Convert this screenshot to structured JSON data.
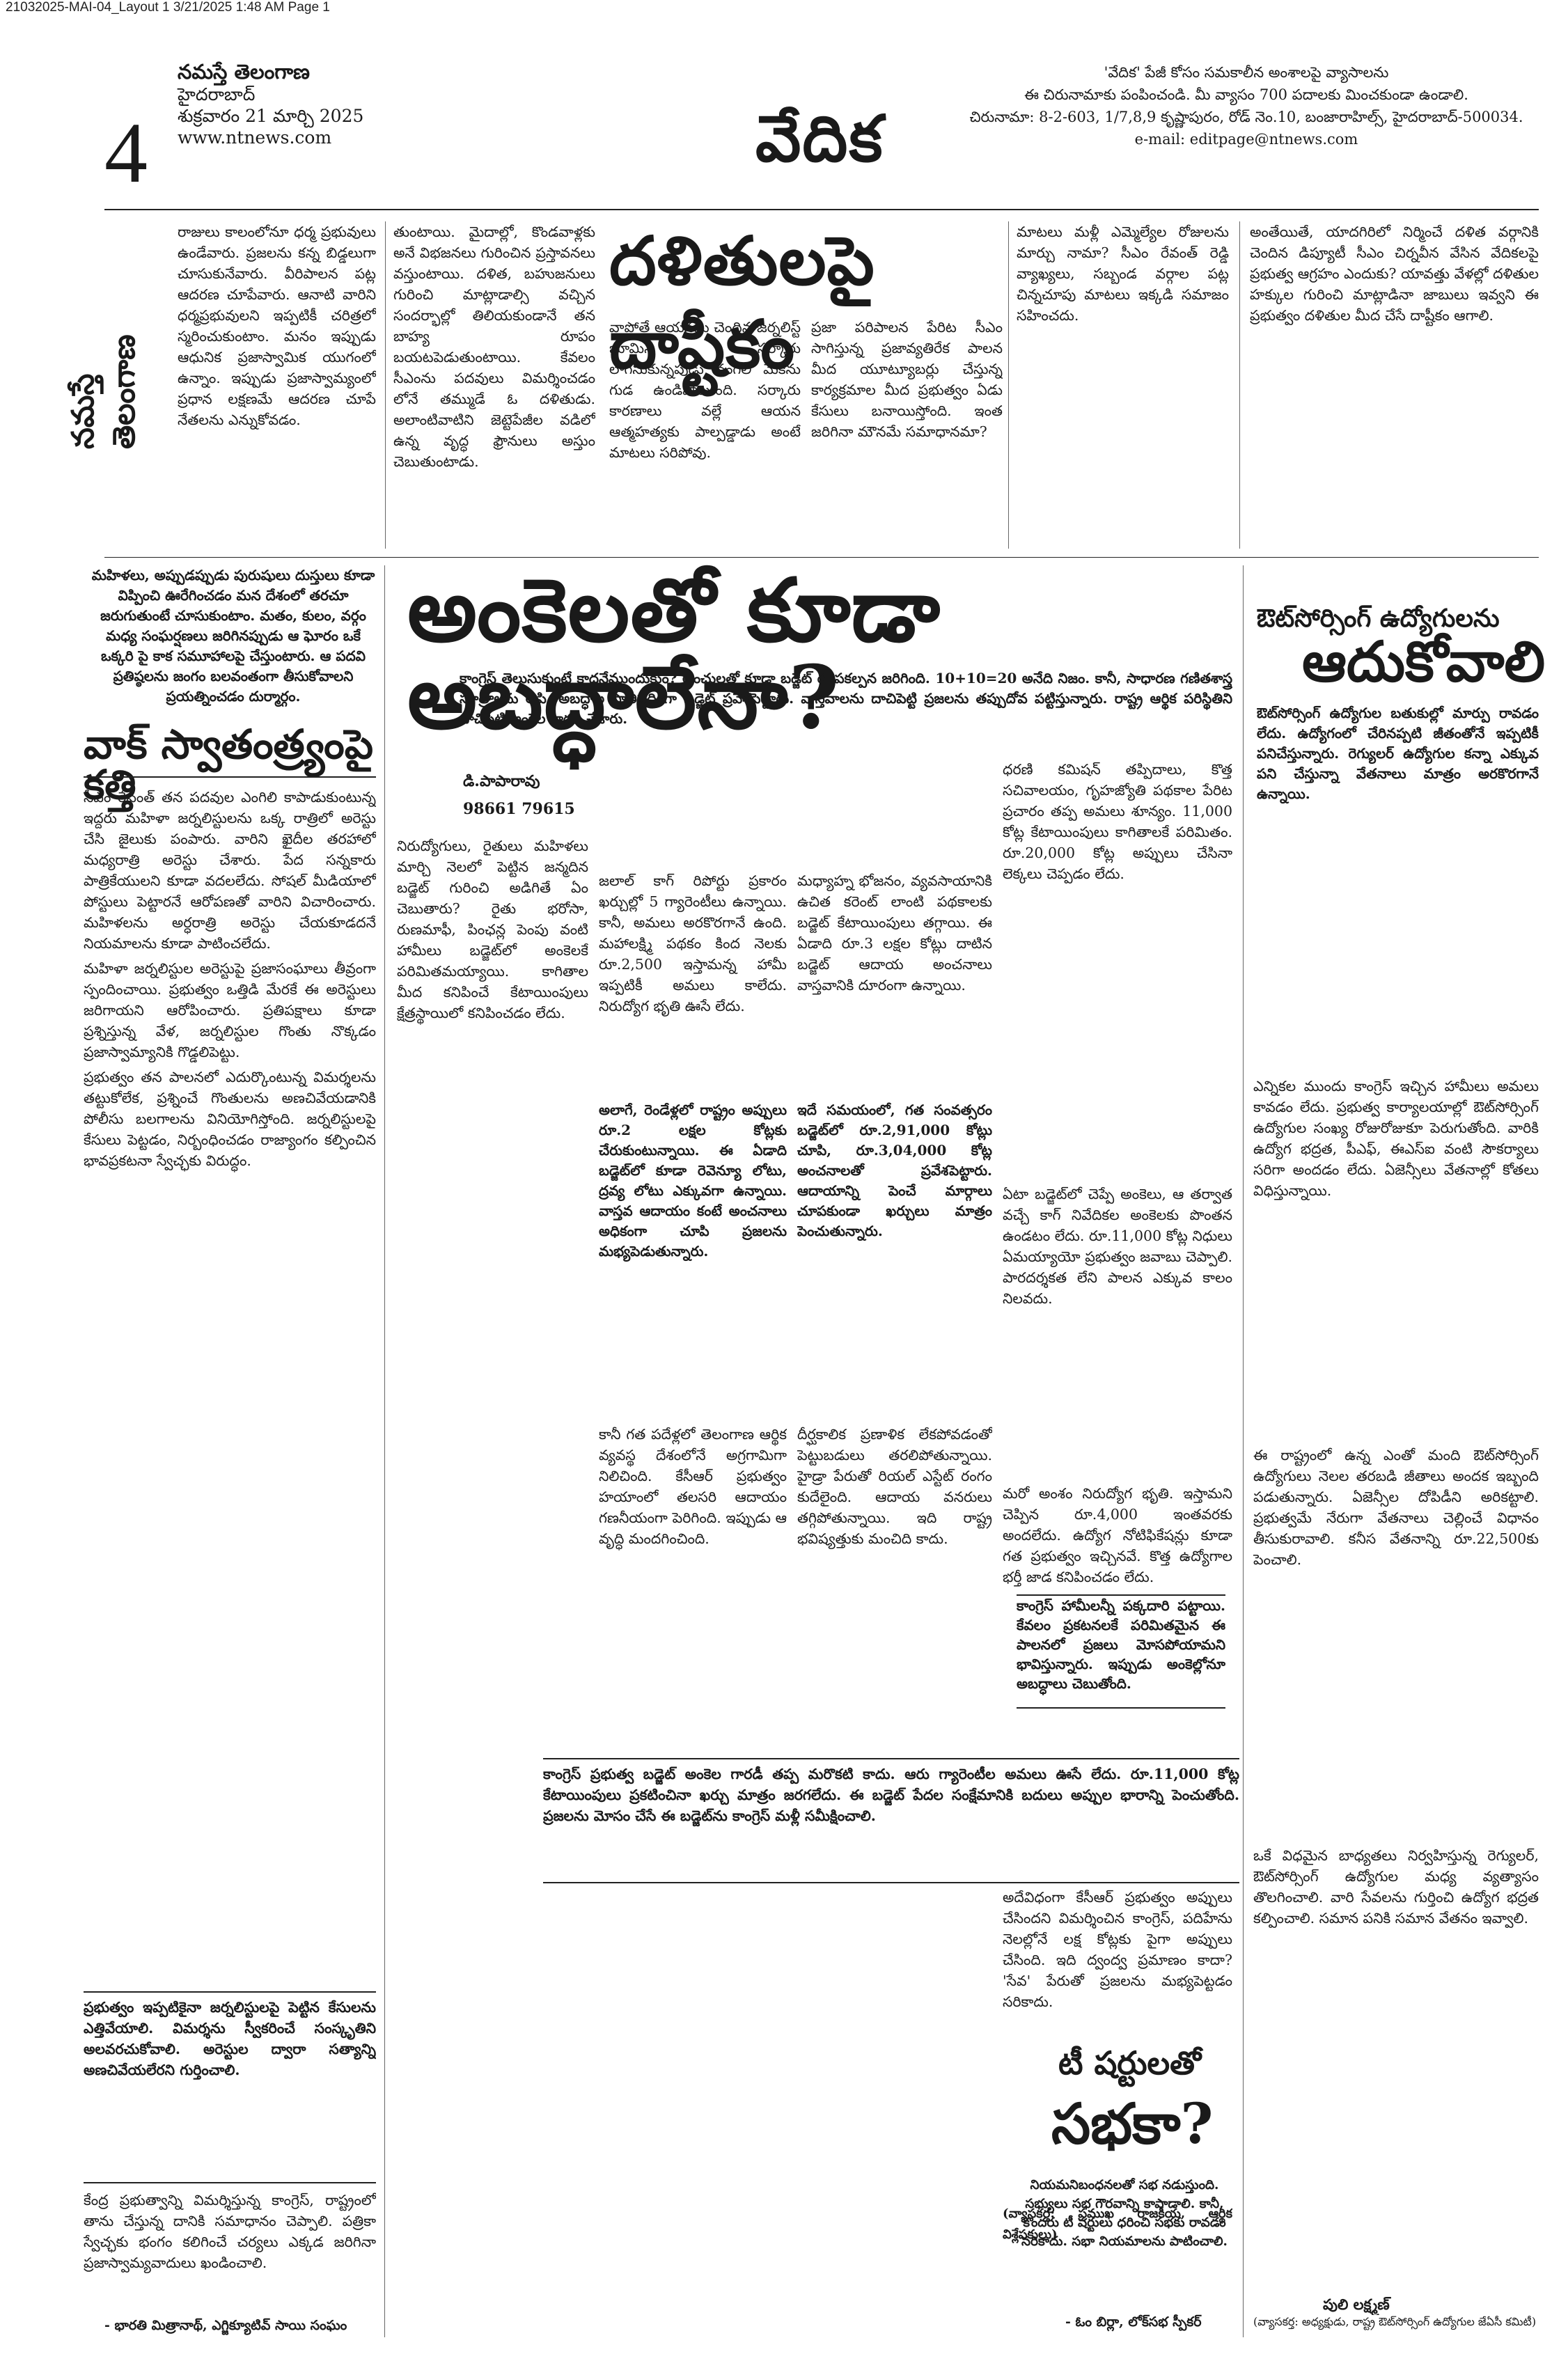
{
  "slug": "21032025-MAI-04_Layout 1 3/21/2025 1:48 AM Page 1",
  "masthead": {
    "page_number": "4",
    "brand": "నమస్తే తెలంగాణ",
    "city": "హైదరాబాద్",
    "date": "శుక్రవారం 21 మార్చి 2025",
    "website": "www.ntnews.com",
    "section_title": "వేదిక"
  },
  "notice": {
    "line1": "'వేదిక' పేజీ కోసం సమకాలీన అంశాలపై వ్యాసాలను",
    "line2": "ఈ చిరునామాకు పంపించండి. మీ వ్యాసం 700 పదాలకు మించకుండా ఉండాలి.",
    "line3": "చిరునామా: 8-2-603, 1/7,8,9 కృష్ణాపురం, రోడ్ నెం.10, బంజారాహిల్స్, హైదరాబాద్-500034.",
    "line4": "e-mail: editpage@ntnews.com"
  },
  "vertical_label": "నమస్తే తెలంగాణ",
  "editorial": {
    "p1": "రాజులు కాలంలోనూ ధర్మ ప్రభువులు ఉండేవారు. ప్రజలను కన్న బిడ్డలుగా చూసుకునేవారు. వీరిపాలన పట్ల ఆదరణ చూపేవారు. ఆనాటి వారిని ధర్మప్రభువులని ఇప్పటికీ చరిత్రలో స్మరించుకుంటాం. మనం ఇప్పుడు ఆధునిక ప్రజాస్వామిక యుగంలో ఉన్నాం. ఇప్పుడు ప్రజాస్వామ్యంలో ప్రధాన లక్షణమే ఆదరణ చూపే నేతలను ఎన్నుకోవడం.",
    "p2": "తుంటాయి. మైదాల్లో, కొండవాళ్లకు అనే విభజనలు గురించిన ప్రస్తావనలు వస్తుంటాయి. దళిత, బహుజనులు గురించి మాట్లాడాల్సి వచ్చిన సందర్భాల్లో తిలియకుండానే తన బాహ్య రూపం బయటపెడుతుంటాయి. కేవలం సీఎంను పదవులు విమర్శించడం లోనే తమ్ముడే ఓ దళితుడు. అలాంటివాటిని జెట్టెపేజీల వడిలో ఉన్న వృద్ధ ఫ్రౌనులు అస్తుం చెబుతుంటాడు."
  },
  "headline_top": "దళితులపై దాష్టీకం",
  "editorial_right": {
    "p1": "వాపోతే ఆయనను చెందిన జర్నలిస్ట్ భూమిని సర్కారు లాగేసుకున్నపుడు నంగలి మేకను గుడ ఉండిపోయింది. సర్కారు కారణాలు వల్లే ఆయన ఆత్మహత్యకు పాల్పడ్డాడు అంటే మాటలు సరిపోవు.",
    "p2": "ప్రజా పరిపాలన పేరిట సీఎం సాగిస్తున్న ప్రజావ్యతిరేక పాలన మీద యూట్యూబర్లు చేస్తున్న కార్యక్రమాల మీద ప్రభుత్వం ఏడు కేసులు బనాయిస్తోంది. ఇంత జరిగినా మౌనమే సమాధానమా?",
    "p3": "మాటలు మళ్లీ ఎమ్మెల్యేల రోజులను మార్చు నామా? సీఎం రేవంత్ రెడ్డి వ్యాఖ్యలు, సబ్బండ వర్గాల పట్ల చిన్నచూపు మాటలు ఇక్కడి సమాజం సహించదు.",
    "p4": "అంతేయితే, యాదగిరిలో నిర్మించే దళిత వర్గానికి చెందిన డిప్యూటీ సీఎం చిర్నవీన వేసిన వేదికలపై ప్రభుత్వ ఆగ్రహం ఎందుకు? యావత్తు వేళల్లో దళితుల హక్కుల గురించి మాట్లాడినా జాబులు ఇవ్వని ఈ ప్రభుత్వం దళితుల మీద చేసే దాష్టీకం ఆగాలి."
  },
  "side_note": {
    "text": "మహిళలు, అప్పుడప్పుడు పురుషులు దుస్తులు కూడా విప్పించి ఊరేగించడం మన దేశంలో తరచూ జరుగుతుంటే చూసుకుంటాం. మతం, కులం, వర్గం మధ్య సంఘర్షణలు జరిగినప్పుడు ఆ ఘోరం ఒకే ఒక్కరి పై కాక సమూహాలపై చేస్తుంటారు. ఆ పదవి ప్రతిష్ఠలను జంగం బలవంతంగా తీసుకోవాలని ప్రయత్నించడం దుర్మార్గం."
  },
  "left_article": {
    "title": "వాక్ స్వాతంత్ర్యంపై కత్తి",
    "p1": "సీఎం రేవంత్ తన పదవుల ఎంగిలి కాపాడుకుంటున్న ఇద్దరు మహిళా జర్నలిస్టులను ఒక్క రాత్రిలో అరెస్టు చేసి జైలుకు పంపారు. వారిని ఖైదీల తరహాలో మధ్యరాత్రి అరెస్టు చేశారు. పేద సన్నకారు పాత్రికేయులని కూడా వదలలేదు. సోషల్ మీడియాలో పోస్టులు పెట్టారనే ఆరోపణతో వారిని విచారించారు. మహిళలను అర్ధరాత్రి అరెస్టు చేయకూడదనే నియమాలను కూడా పాటించలేదు.",
    "p2": "మహిళా జర్నలిస్టుల అరెస్టుపై ప్రజాసంఘాలు తీవ్రంగా స్పందించాయి. ప్రభుత్వం ఒత్తిడి మేరకే ఈ అరెస్టులు జరిగాయని ఆరోపించారు. ప్రతిపక్షాలు కూడా ప్రశ్నిస్తున్న వేళ, జర్నలిస్టుల గొంతు నొక్కడం ప్రజాస్వామ్యానికి గొడ్డలిపెట్టు.",
    "p3": "ప్రభుత్వం తన పాలనలో ఎదుర్కొంటున్న విమర్శలను తట్టుకోలేక, ప్రశ్నించే గొంతులను అణచివేయడానికి పోలీసు బలగాలను వినియోగిస్తోంది. జర్నలిస్టులపై కేసులు పెట్టడం, నిర్బంధించడం రాజ్యాంగం కల్పించిన భావప్రకటనా స్వేచ్ఛకు విరుద్ధం.",
    "quote": "ప్రభుత్వం ఇప్పటికైనా జర్నలిస్టులపై పెట్టిన కేసులను ఎత్తివేయాలి. విమర్శను స్వీకరించే సంస్కృతిని అలవరచుకోవాలి. అరెస్టుల ద్వారా సత్యాన్ని అణచివేయలేరని గుర్తించాలి.",
    "p4": "కేంద్ర ప్రభుత్వాన్ని విమర్శిస్తున్న కాంగ్రెస్, రాష్ట్రంలో తాను చేస్తున్న దానికి సమాధానం చెప్పాలి. పత్రికా స్వేచ్ఛకు భంగం కలిగించే చర్యలు ఎక్కడ జరిగినా ప్రజాస్వామ్యవాదులు ఖండించాలి.",
    "author": "- భారతి మిత్రానాథ్, ఎగ్జిక్యూటివ్ సాయి సంఘం"
  },
  "main": {
    "headline": "అంకెలతో కూడా అబద్ధాలేనా?",
    "lead": "కాంగ్రెస్ తెలుసుకుంటే కాదనేముందుకుం? అంచులతో కూడా బడ్జెట్ రూపకల్పన జరిగింది. 10+10=20 అనేది నిజం. కానీ, సాధారణ గణితశాస్త్ర సూత్రాలను ఆపి, అబద్ధాల ప్రాతిపదికగా బడ్జెట్ ప్రవేశపెట్టారు. వాస్తవాలను దాచిపెట్టి ప్రజలను తప్పుదోవ పట్టిస్తున్నారు. రాష్ట్ర ఆర్థిక పరిస్థితిని దాచిపెట్టి అంకెల గారడీ చేశారు.",
    "byline_name": "డి.పాపారావు",
    "byline_phone": "98661 79615",
    "c1": "నిరుద్యోగులు, రైతులు మహిళలు మార్చి నెలలో పెట్టిన జన్మదిన బడ్జెట్ గురించి అడిగితే ఏం చెబుతారు? రైతు భరోసా, రుణమాఫీ, పింఛన్ల పెంపు వంటి హామీలు బడ్జెట్‌లో అంకెలకే పరిమితమయ్యాయి. కాగితాల మీద కనిపించే కేటాయింపులు క్షేత్రస్థాయిలో కనిపించడం లేదు.",
    "c2": "జలాల్ కాగ్ రిపోర్టు ప్రకారం ఖర్చుల్లో 5 గ్యారెంటీలు ఉన్నాయి. కానీ, అమలు అరకొరగానే ఉంది. మహాలక్ష్మి పథకం కింద నెలకు రూ.2,500 ఇస్తామన్న హామీ ఇప్పటికీ అమలు కాలేదు. నిరుద్యోగ భృతి ఊసే లేదు.",
    "c3": "మధ్యాహ్న భోజనం, వ్యవసాయానికి ఉచిత కరెంట్ లాంటి పథకాలకు బడ్జెట్ కేటాయింపులు తగ్గాయి. ఈ ఏడాది రూ.3 లక్షల కోట్లు దాటిన బడ్జెట్ ఆదాయ అంచనాలు వాస్తవానికి దూరంగా ఉన్నాయి.",
    "c4": "ధరణి కమిషన్ తప్పిదాలు, కొత్త సచివాలయం, గృహజ్యోతి పథకాల పేరిట ప్రచారం తప్ప అమలు శూన్యం. 11,000 కోట్ల కేటాయింపులు కాగితాలకే పరిమితం. రూ.20,000 కోట్ల అప్పులు చేసినా లెక్కలు చెప్పడం లేదు.",
    "box_left": "అలాగే, రెండేళ్లలో రాష్ట్రం అప్పులు రూ.2 లక్షల కోట్లకు చేరుకుంటున్నాయి. ఈ ఏడాది బడ్జెట్‌లో కూడా రెవెన్యూ లోటు, ద్రవ్య లోటు ఎక్కువగా ఉన్నాయి. వాస్తవ ఆదాయం కంటే అంచనాలు అధికంగా చూపి ప్రజలను మభ్యపెడుతున్నారు.",
    "box_right": "ఇదే సమయంలో, గత సంవత్సరం బడ్జెట్‌లో రూ.2,91,000 కోట్లు చూపి, రూ.3,04,000 కోట్ల అంచనాలతో ప్రవేశపెట్టారు. ఆదాయాన్ని పెంచే మార్గాలు చూపకుండా ఖర్చులు మాత్రం పెంచుతున్నారు.",
    "c5": "కానీ గత పదేళ్లలో తెలంగాణ ఆర్థిక వ్యవస్థ దేశంలోనే అగ్రగామిగా నిలిచింది. కేసీఆర్ ప్రభుత్వం హయాంలో తలసరి ఆదాయం గణనీయంగా పెరిగింది. ఇప్పుడు ఆ వృద్ధి మందగించింది.",
    "c6": "దీర్ఘకాలిక ప్రణాళిక లేకపోవడంతో పెట్టుబడులు తరలిపోతున్నాయి. హైడ్రా పేరుతో రియల్ ఎస్టేట్ రంగం కుదేలైంది. ఆదాయ వనరులు తగ్గిపోతున్నాయి. ఇది రాష్ట్ర భవిష్యత్తుకు మంచిది కాదు.",
    "box_bottom": "కాంగ్రెస్ ప్రభుత్వ బడ్జెట్ అంకెల గారడీ తప్ప మరొకటి కాదు. ఆరు గ్యారెంటీల అమలు ఊసే లేదు. రూ.11,000 కోట్ల కేటాయింపులు ప్రకటించినా ఖర్చు మాత్రం జరగలేదు. ఈ బడ్జెట్ పేదల సంక్షేమానికి బదులు అప్పుల భారాన్ని పెంచుతోంది. ప్రజలను మోసం చేసే ఈ బడ్జెట్‌ను కాంగ్రెస్ మళ్లీ సమీక్షించాలి.",
    "c7": "ఏటా బడ్జెట్‌లో చెప్పే అంకెలు, ఆ తర్వాత వచ్చే కాగ్ నివేదికల అంకెలకు పొంతన ఉండటం లేదు. రూ.11,000 కోట్ల నిధులు ఏమయ్యాయో ప్రభుత్వం జవాబు చెప్పాలి. పారదర్శకత లేని పాలన ఎక్కువ కాలం నిలవదు.",
    "c8": "మరో అంశం నిరుద్యోగ భృతి. ఇస్తామని చెప్పిన రూ.4,000 ఇంతవరకు అందలేదు. ఉద్యోగ నోటిఫికేషన్లు కూడా గత ప్రభుత్వం ఇచ్చినవే. కొత్త ఉద్యోగాల భర్తీ జాడ కనిపించడం లేదు.",
    "c9": "అదేవిధంగా కేసీఆర్ ప్రభుత్వం అప్పులు చేసిందని విమర్శించిన కాంగ్రెస్, పదిహేను నెలల్లోనే లక్ష కోట్లకు పైగా అప్పులు చేసింది. ఇది ద్వంద్వ ప్రమాణం కాదా? 'సేవ' పేరుతో ప్రజలను మభ్యపెట్టడం సరికాదు.",
    "bold_box": "కాంగ్రెస్ హామీలన్నీ పక్కదారి పట్టాయి. కేవలం ప్రకటనలకే పరిమితమైన ఈ పాలనలో ప్రజలు మోసపోయామని భావిస్తున్నారు. ఇప్పుడు అంకెల్లోనూ అబద్ధాలు చెబుతోంది.",
    "signature": "(వ్యాసకర్త: ప్రముఖ రాజకీయ, ఆర్థిక విశ్లేషకులు)"
  },
  "right_article": {
    "kicker": "ఔట్‌సోర్సింగ్ ఉద్యోగులను",
    "title": "ఆదుకోవాలి",
    "lead": "ఔట్‌సోర్సింగ్ ఉద్యోగుల బతుకుల్లో మార్పు రావడం లేదు. ఉద్యోగంలో చేరినప్పటి జీతంతోనే ఇప్పటికీ పనిచేస్తున్నారు. రెగ్యులర్ ఉద్యోగుల కన్నా ఎక్కువ పని చేస్తున్నా వేతనాలు మాత్రం అరకొరగానే ఉన్నాయి.",
    "p1": "ఎన్నికల ముందు కాంగ్రెస్ ఇచ్చిన హామీలు అమలు కావడం లేదు. ప్రభుత్వ కార్యాలయాల్లో ఔట్‌సోర్సింగ్ ఉద్యోగుల సంఖ్య రోజురోజుకూ పెరుగుతోంది. వారికి ఉద్యోగ భద్రత, పీఎఫ్, ఈఎస్ఐ వంటి సౌకర్యాలు సరిగా అందడం లేదు. ఏజెన్సీలు వేతనాల్లో కోతలు విధిస్తున్నాయి.",
    "p2": "ఈ రాష్ట్రంలో ఉన్న ఎంతో మంది ఔట్‌సోర్సింగ్ ఉద్యోగులు నెలల తరబడి జీతాలు అందక ఇబ్బంది పడుతున్నారు. ఏజెన్సీల దోపిడీని అరికట్టాలి. ప్రభుత్వమే నేరుగా వేతనాలు చెల్లించే విధానం తీసుకురావాలి. కనీస వేతనాన్ని రూ.22,500కు పెంచాలి.",
    "p3": "ఒకే విధమైన బాధ్యతలు నిర్వహిస్తున్న రెగ్యులర్, ఔట్‌సోర్సింగ్ ఉద్యోగుల మధ్య వ్యత్యాసం తొలగించాలి. వారి సేవలను గుర్తించి ఉద్యోగ భద్రత కల్పించాలి. సమాన పనికి సమాన వేతనం ఇవ్వాలి.",
    "author": "పులి లక్ష్మణ్",
    "author_role": "(వ్యాసకర్త: అధ్యక్షుడు, రాష్ట్ర ఔట్‌సోర్సింగ్ ఉద్యోగుల జేఏసీ కమిటీ)",
    "box_title_1": "టీ షర్టులతో",
    "box_title_2": "సభకా?",
    "box_text": "నియమనిబంధనలతో సభ నడుస్తుంది. సభ్యులు సభ గౌరవాన్ని కాపాడాలి. కానీ, కొందరు టీ షర్టులు ధరించి సభకు రావడం సరికాదు. సభా నియమాలను పాటించాలి.",
    "box_author": "- ఓం బిర్లా, లోక్‌సభ స్పీకర్"
  }
}
